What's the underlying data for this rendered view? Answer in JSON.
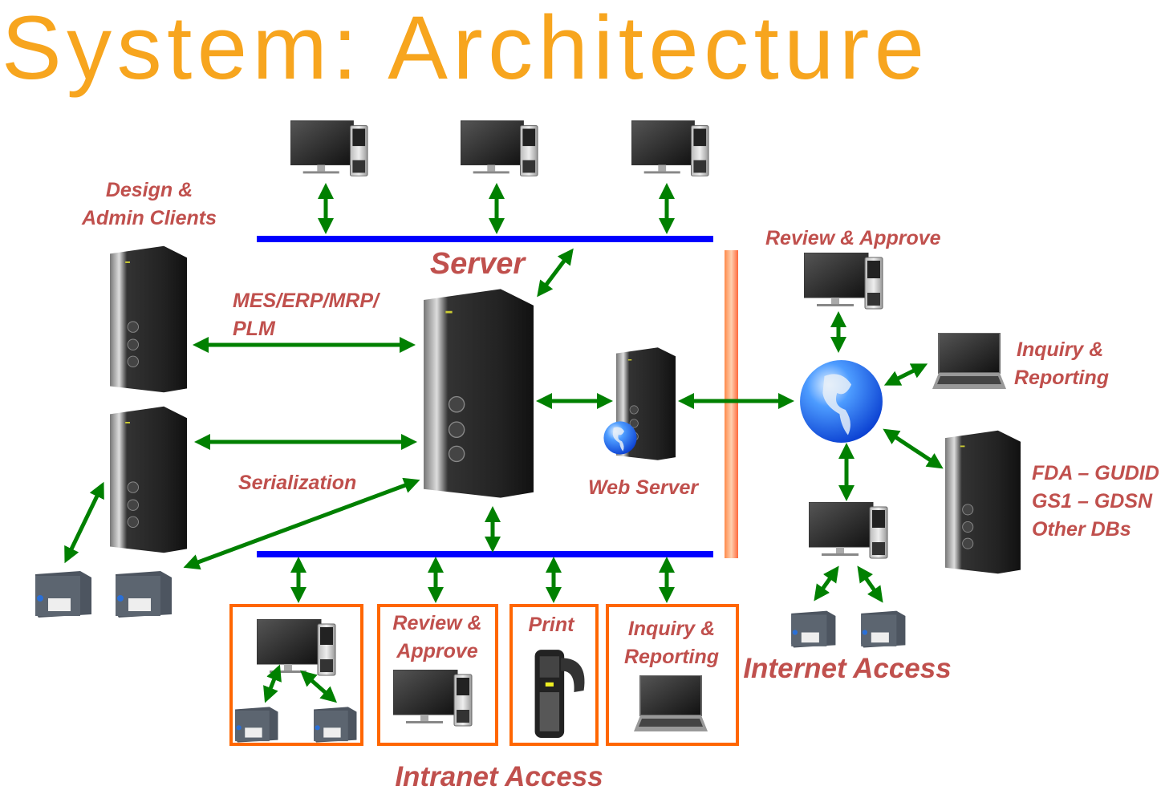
{
  "title": "System: Architecture",
  "labels": {
    "design_admin_1": "Design &",
    "design_admin_2": "Admin Clients",
    "server": "Server",
    "mes_1": "MES/ERP/MRP/",
    "mes_2": "PLM",
    "serialization": "Serialization",
    "web_server": "Web Server",
    "review_approve_internet": "Review & Approve",
    "inquiry_1": "Inquiry &",
    "inquiry_2": "Reporting",
    "db_1": "FDA – GUDID",
    "db_2": "GS1 – GDSN",
    "db_3": "Other DBs",
    "internet_access": "Internet Access",
    "intranet_access": "Intranet Access"
  },
  "intranet_boxes": {
    "review_1": "Review &",
    "review_2": "Approve",
    "print": "Print",
    "inquiry_1": "Inquiry &",
    "inquiry_2": "Reporting"
  },
  "colors": {
    "title": "#F7A51E",
    "label": "#C0504D",
    "arrow": "#008000",
    "bus": "#0000FF",
    "box_border": "#FF6600",
    "firewall": "#FF6A3D"
  }
}
